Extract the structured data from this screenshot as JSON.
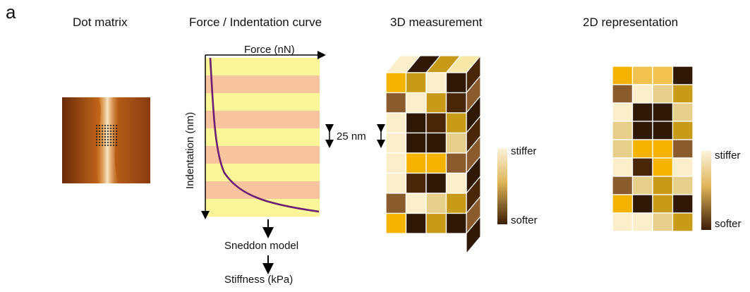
{
  "panel_label": "a",
  "titles": {
    "dot_matrix": "Dot matrix",
    "force_curve": "Force / Indentation curve",
    "measurement_3d": "3D measurement",
    "representation_2d": "2D representation"
  },
  "force_curve": {
    "x_axis_label": "Force (nN)",
    "y_axis_label": "Indentation (nm)"
  },
  "flow_steps": [
    "Sneddon model",
    "Stiffness  (kPa)"
  ],
  "scale_bar_label": "25 nm",
  "colorbar_3d": {
    "top": "stiffer",
    "bottom": "softer"
  },
  "colorbar_2d": {
    "top": "stiffer",
    "bottom": "softer"
  },
  "colors": {
    "stripe_yellow": "#fbf59a",
    "stripe_salmon": "#f8c4a0",
    "curve": "#6b1e72"
  }
}
